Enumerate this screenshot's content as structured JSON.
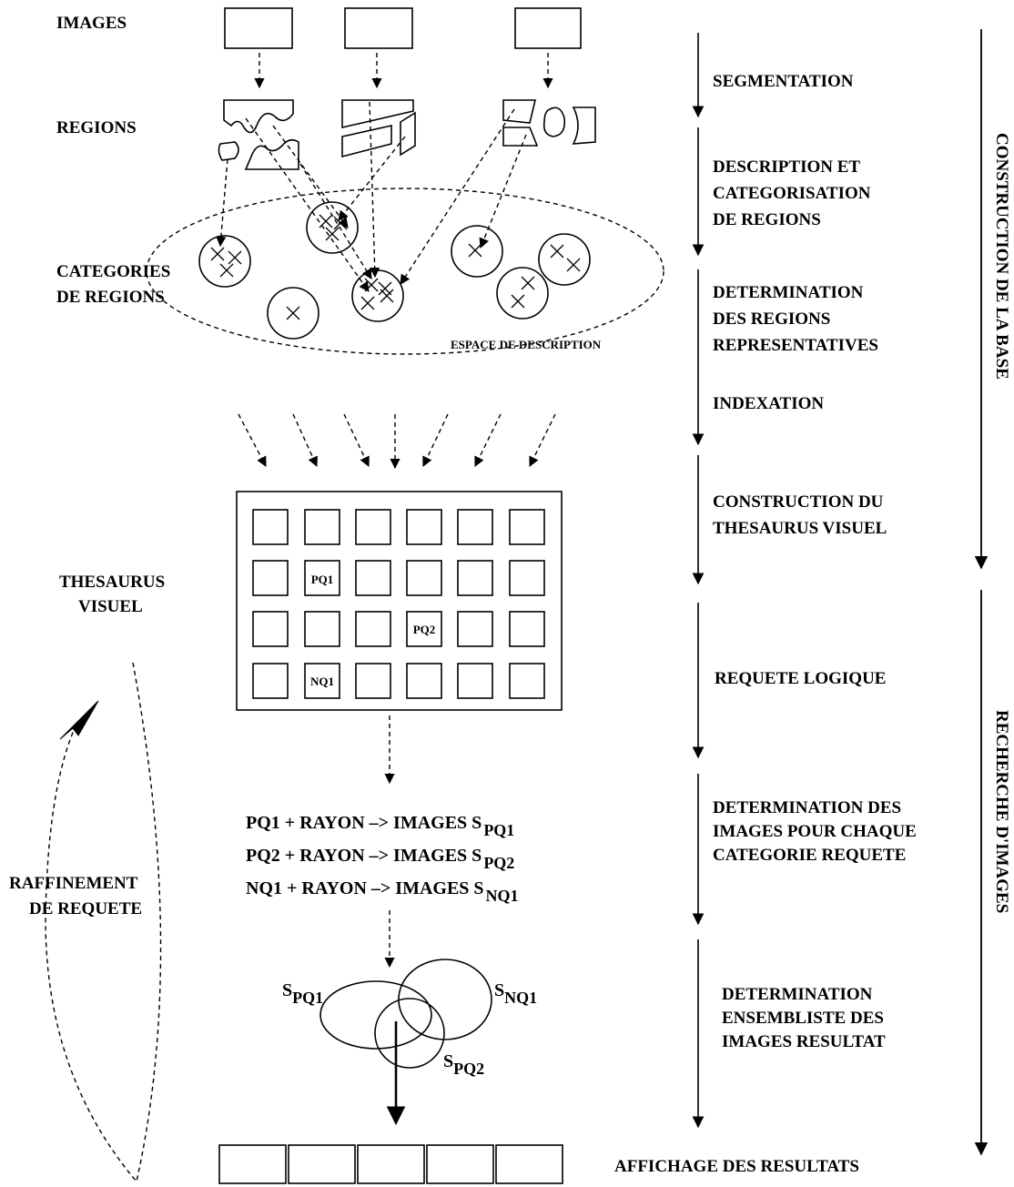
{
  "left_labels": {
    "images": "IMAGES",
    "regions": "REGIONS",
    "categories_line1": "CATEGORIES",
    "categories_line2": "DE REGIONS",
    "thesaurus_line1": "THESAURUS",
    "thesaurus_line2": "VISUEL",
    "refinement_line1": "RAFFINEMENT",
    "refinement_line2": "DE REQUETE"
  },
  "description_space_label": "ESPACE DE DESCRIPTION",
  "thesaurus_cells": {
    "pq1": "PQ1",
    "pq2": "PQ2",
    "nq1": "NQ1"
  },
  "equations": [
    {
      "text": "PQ1 + RAYON –> IMAGES  S",
      "sub": "PQ1"
    },
    {
      "text": "PQ2 + RAYON –> IMAGES  S",
      "sub": "PQ2"
    },
    {
      "text": "NQ1 + RAYON –> IMAGES  S",
      "sub": "NQ1"
    }
  ],
  "sets": {
    "spq1": {
      "main": "S",
      "sub": "PQ1"
    },
    "snq1": {
      "main": "S",
      "sub": "NQ1"
    },
    "spq2": {
      "main": "S",
      "sub": "PQ2"
    }
  },
  "steps": {
    "segmentation": "SEGMENTATION",
    "description": [
      "DESCRIPTION ET",
      "CATEGORISATION",
      "DE REGIONS"
    ],
    "determination_regions": [
      "DETERMINATION",
      "DES REGIONS",
      "REPRESENTATIVES"
    ],
    "indexation": "INDEXATION",
    "construction_thesaurus": [
      "CONSTRUCTION DU",
      "THESAURUS VISUEL"
    ],
    "requete_logique": "REQUETE LOGIQUE",
    "determination_images": [
      "DETERMINATION DES",
      "IMAGES POUR CHAQUE",
      "CATEGORIE REQUETE"
    ],
    "determination_ensembliste": [
      "DETERMINATION",
      "ENSEMBLISTE DES",
      "IMAGES RESULTAT"
    ],
    "affichage": "AFFICHAGE DES RESULTATS"
  },
  "phases": {
    "construction": "CONSTRUCTION DE LA BASE",
    "recherche": "RECHERCHE D'IMAGES"
  }
}
